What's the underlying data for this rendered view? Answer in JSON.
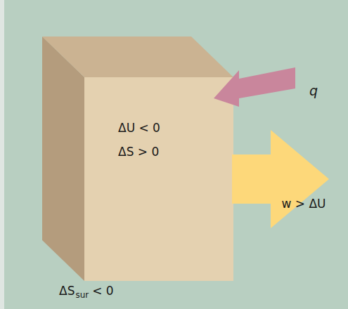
{
  "diagram": {
    "nodes": [
      {
        "text": [
          "ΔU < 0",
          "ΔS > 0"
        ]
      }
    ],
    "labels": [
      "q",
      "w > ΔU",
      "ΔS",
      "sur",
      "< 0"
    ]
  }
}
